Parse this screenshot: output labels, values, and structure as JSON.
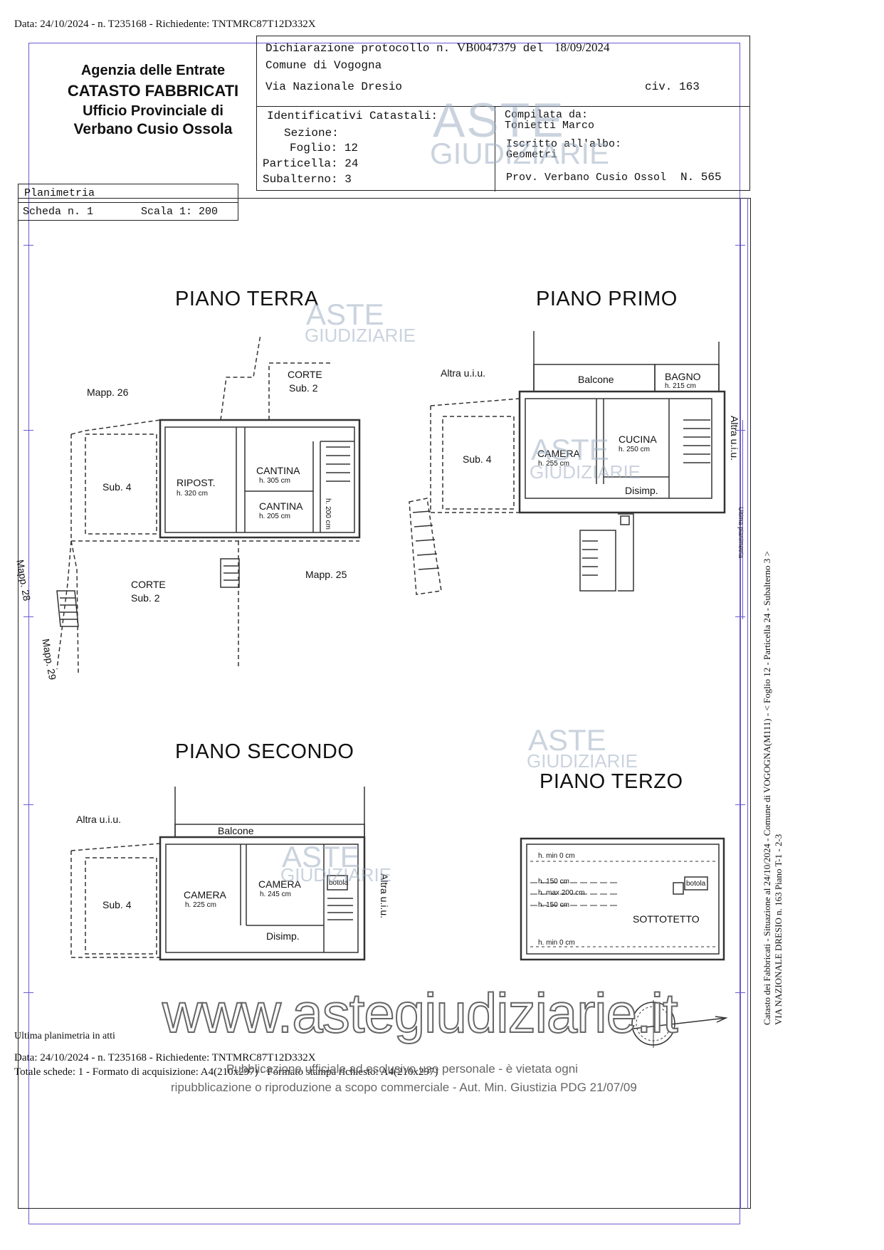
{
  "top_line": "Data: 24/10/2024 - n. T235168 - Richiedente: TNTMRC87T12D332X",
  "header": {
    "agency_line1": "Agenzia delle Entrate",
    "agency_line2": "CATASTO FABBRICATI",
    "agency_line3": "Ufficio Provinciale di",
    "agency_line4": "Verbano Cusio Ossola",
    "protocol_label": "Dichiarazione protocollo n.",
    "protocol_number": "VB0047379",
    "protocol_del": "del",
    "protocol_date": "18/09/2024",
    "comune": "Comune di Vogogna",
    "via": "Via Nazionale Dresio",
    "civ": "civ. 163",
    "ident_label": "Identificativi Catastali:",
    "sezione": "Sezione:",
    "foglio": "Foglio: 12",
    "particella": "Particella: 24",
    "subalterno": "Subalterno: 3",
    "compilata_label": "Compilata da:",
    "compilata_name": "Tonietti Marco",
    "iscritto_label": "Iscritto all'albo:",
    "iscritto_value": "Geometri",
    "prov": "Prov. Verbano Cusio Ossol",
    "prov_n": "N. 565",
    "planimetria": "Planimetria",
    "scheda": "Scheda n. 1",
    "scala": "Scala 1: 200"
  },
  "floors": {
    "terra": {
      "title": "PIANO TERRA",
      "mapp26": "Mapp. 26",
      "corte_top": "CORTE",
      "corte_top_sub": "Sub. 2",
      "sub4": "Sub. 4",
      "ripost": "RIPOST.",
      "ripost_h": "h. 320 cm",
      "cantina1": "CANTINA",
      "cantina1_h": "h. 305 cm",
      "cantina2": "CANTINA",
      "cantina2_h": "h. 205 cm",
      "stair_h": "h. 200 cm",
      "corte_bottom": "CORTE",
      "corte_bottom_sub": "Sub. 2",
      "mapp25": "Mapp. 25",
      "mapp28": "Mapp. 28",
      "mapp29": "Mapp. 29"
    },
    "primo": {
      "title": "PIANO PRIMO",
      "altra": "Altra u.i.u.",
      "balcone": "Balcone",
      "bagno": "BAGNO",
      "bagno_h": "h. 215 cm",
      "sub4": "Sub. 4",
      "camera": "CAMERA",
      "camera_h": "h. 255 cm",
      "cucina": "CUCINA",
      "cucina_h": "h. 250 cm",
      "disimp": "Disimp.",
      "altra_right": "Altra u.i.u."
    },
    "secondo": {
      "title": "PIANO SECONDO",
      "altra": "Altra u.i.u.",
      "balcone": "Balcone",
      "sub4": "Sub. 4",
      "camera1": "CAMERA",
      "camera1_h": "h. 225 cm",
      "camera2": "CAMERA",
      "camera2_h": "h. 245 cm",
      "botola": "botola",
      "disimp": "Disimp.",
      "altra_right": "Altra u.i.u."
    },
    "terzo": {
      "title": "PIANO TERZO",
      "hmin_top": "h. min 0 cm",
      "h150a": "h. 150 cm",
      "hmax": "h. max 200 cm",
      "h150b": "h. 150 cm",
      "botola": "botola",
      "sottotetto": "SOTTOTETTO",
      "hmin_bottom": "h. min 0 cm"
    }
  },
  "side_text_1": "Catasto dei Fabbricati - Situazione al 24/10/2024 - Comune di VOGOGNA(M111) - < Foglio 12 - Particella 24 - Subalterno 3 >",
  "side_text_2": "VIA NAZIONALE DRESIO n. 163 Piano T-1 - 2-3",
  "side_small": "Ultima planimetria",
  "watermark_brand_1": "ASTE",
  "watermark_brand_2": "GIUDIZIARIE",
  "watermark_url": "www.astegiudiziarie.it",
  "footer": {
    "ultima": "Ultima planimetria in atti",
    "data_line": "Data: 24/10/2024 - n. T235168 - Richiedente: TNTMRC87T12D332X",
    "totale": "Totale schede: 1 - Formato di acquisizione: A4(210x297) - Formato stampa richiesto: A4(210x297)",
    "disclaimer1": "Pubblicazione ufficiale ad esclusivo uso personale - è vietata ogni",
    "disclaimer2": "ripubblicazione o riproduzione a scopo commerciale - Aut. Min. Giustizia PDG 21/07/09"
  }
}
